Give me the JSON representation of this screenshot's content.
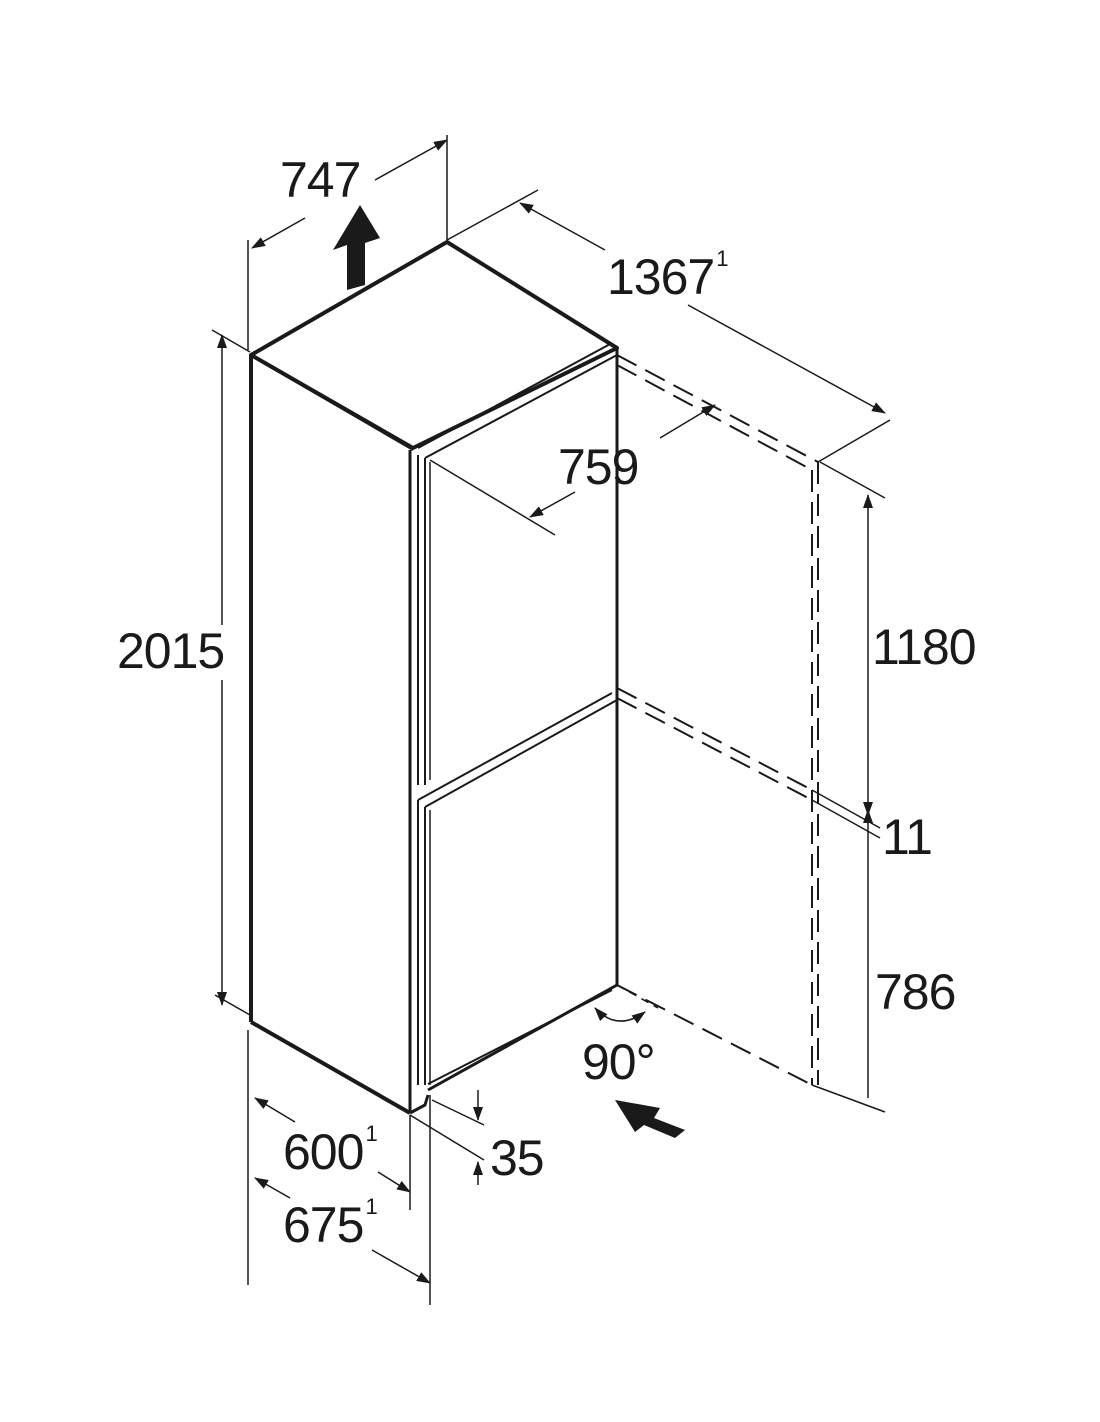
{
  "dimensions": {
    "width_with_handle": {
      "value": "747"
    },
    "door_open_depth": {
      "value": "1367",
      "note_ref": "1"
    },
    "door_width_swing": {
      "value": "759"
    },
    "height": {
      "value": "2015"
    },
    "upper_door_height": {
      "value": "1180"
    },
    "door_gap": {
      "value": "11"
    },
    "lower_door_height": {
      "value": "786"
    },
    "opening_angle": {
      "value": "90°"
    },
    "width": {
      "value": "600",
      "note_ref": "1"
    },
    "depth": {
      "value": "675",
      "note_ref": "1"
    },
    "plinth": {
      "value": "35"
    }
  },
  "colors": {
    "line": "#1a1a1a",
    "background": "#ffffff"
  }
}
